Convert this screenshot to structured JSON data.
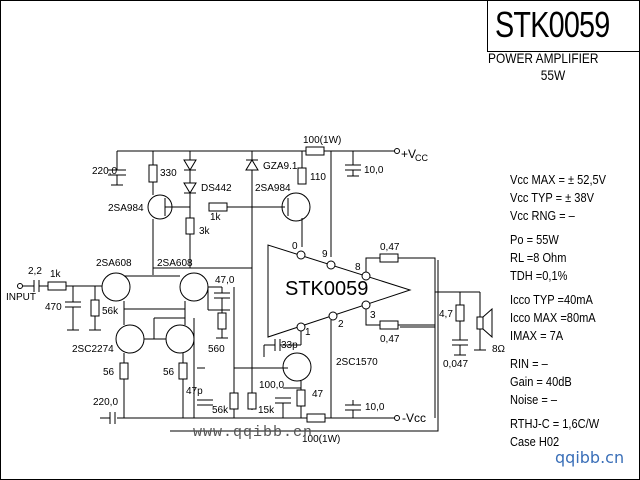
{
  "header": {
    "part_number": "STK0059",
    "description": "POWER AMPLIFIER",
    "power_rating": "55W"
  },
  "specs": [
    {
      "key": "vcc_max",
      "text": "Vcc MAX = ± 52,5V"
    },
    {
      "key": "vcc_typ",
      "text": "Vcc TYP = ± 38V"
    },
    {
      "key": "vcc_rng",
      "text": "Vcc RNG =   –"
    },
    {
      "key": "po",
      "text": "Po  = 55W"
    },
    {
      "key": "rl",
      "text": "RL  =8 Ohm"
    },
    {
      "key": "tdh",
      "text": "TDH =0,1%"
    },
    {
      "key": "icco_typ",
      "text": "Icco TYP =40mA"
    },
    {
      "key": "icco_max",
      "text": "Icco MAX =80mA"
    },
    {
      "key": "imax",
      "text": "IMAX  =    7A"
    },
    {
      "key": "rin",
      "text": "RIN   =  –"
    },
    {
      "key": "gain",
      "text": "Gain  = 40dB"
    },
    {
      "key": "noise",
      "text": "Noise =  –"
    },
    {
      "key": "rthj",
      "text": "RTHJ-C = 1,6C/W"
    },
    {
      "key": "case",
      "text": "Case H02"
    }
  ],
  "schematic": {
    "ic_label": "STK0059",
    "pins": {
      "p0": "0",
      "p9": "9",
      "p8": "8",
      "p3": "3",
      "p2": "2",
      "p1": "1"
    },
    "rails": {
      "pos": "+V",
      "pos_sub": "CC",
      "neg": "-Vcc"
    },
    "input_label": "INPUT",
    "components": {
      "c_in": "2,2",
      "r_in": "1k",
      "c_470": "470",
      "r_56k_a": "56k",
      "q_2sa608_a": "2SA608",
      "q_2sa608_b": "2SA608",
      "q_2sc2274": "2SC2274",
      "r_56_a": "56",
      "r_56_b": "56",
      "c_220_top": "220,0",
      "r_330": "330",
      "q_2sa984_a": "2SA984",
      "d_ds442": "DS442",
      "r_1k": "1k",
      "r_3k": "3k",
      "z_gza": "GZA9.1",
      "q_2sa984_b": "2SA984",
      "r_110": "110",
      "r_100_top": "100(1W)",
      "c_10_top": "10,0",
      "c_47": "47,0",
      "r_560": "560",
      "c_33p": "33p",
      "q_2sc1570": "2SC1570",
      "c_100": "100,0",
      "r_47": "47",
      "r_56k_b": "56k",
      "r_15k": "15k",
      "c_47p": "47p",
      "c_220_bot": "220,0",
      "r_100_bot": "100(1W)",
      "c_10_bot": "10,0",
      "r_047_top": "0,47",
      "r_047_bot": "0,47",
      "r_4_7": "4,7",
      "c_0047": "0,047",
      "speaker": "8Ω"
    }
  },
  "watermarks": {
    "url_gray": "www.qqibb.cn",
    "url_blue": "qqibb.cn",
    "color_blue": "#3a6fb8"
  }
}
